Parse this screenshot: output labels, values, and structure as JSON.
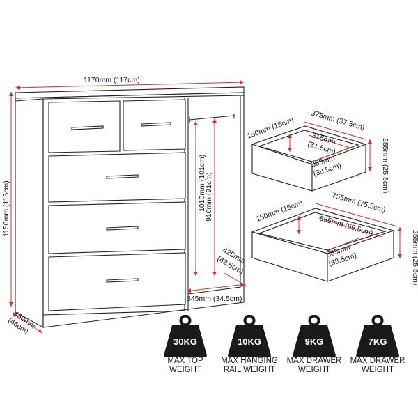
{
  "dimensions": {
    "width": "1170mm (117cm)",
    "height": "1150mm (115cm)",
    "depth_mm": "460mm",
    "depth_cm": "(46cm)",
    "rail_height": "1010mm (101cm)",
    "wardrobe_inner_height": "910mm (91cm)",
    "wardrobe_depth_mm": "425mm",
    "wardrobe_depth_cm": "(42.5cm)",
    "wardrobe_width": "345mm (34.5cm)",
    "small_drawer": {
      "width": "375mm (37.5cm)",
      "height": "255mm (25.5cm)",
      "inner_height": "150mm (15cm)",
      "inner_width_mm": "315mm",
      "inner_width_cm": "(31.5cm)",
      "inner_depth_mm": "385mm",
      "inner_depth_cm": "(38.5cm)"
    },
    "large_drawer": {
      "width": "755mm (75.5cm)",
      "height": "255mm (25.5cm)",
      "inner_height": "150mm (15cm)",
      "inner_width": "695mm (69.5cm)",
      "inner_depth_mm": "385mm",
      "inner_depth_cm": "(38.5cm)"
    }
  },
  "weights": [
    {
      "value": "30KG",
      "label_line1": "MAX TOP",
      "label_line2": "WEIGHT"
    },
    {
      "value": "10KG",
      "label_line1": "MAX HANGING",
      "label_line2": "RAIL WEIGHT"
    },
    {
      "value": "9KG",
      "label_line1": "MAX DRAWER",
      "label_line2": "WEIGHT"
    },
    {
      "value": "7KG",
      "label_line1": "MAX DRAWER",
      "label_line2": "WEIGHT"
    }
  ],
  "colors": {
    "dimension_line": "#d0312d",
    "weight_icon": "#1a1a1a",
    "outline": "#222222"
  }
}
